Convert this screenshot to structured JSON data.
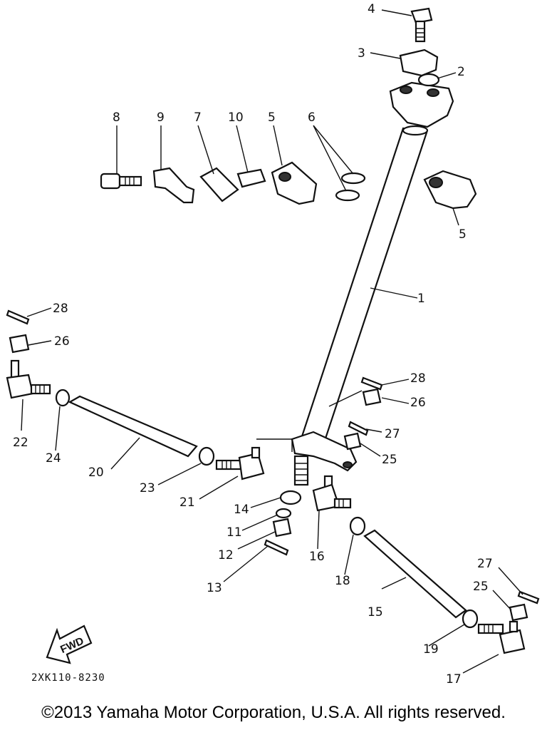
{
  "callouts": {
    "c1": "1",
    "c2": "2",
    "c3": "3",
    "c4": "4",
    "c5a": "5",
    "c5b": "5",
    "c6": "6",
    "c7": "7",
    "c8": "8",
    "c9": "9",
    "c10": "10",
    "c11": "11",
    "c12": "12",
    "c13": "13",
    "c14": "14",
    "c15": "15",
    "c16": "16",
    "c17": "17",
    "c18": "18",
    "c19": "19",
    "c20": "20",
    "c21": "21",
    "c22": "22",
    "c23": "23",
    "c24": "24",
    "c25a": "25",
    "c25b": "25",
    "c26a": "26",
    "c26b": "26",
    "c27a": "27",
    "c27b": "27",
    "c28a": "28",
    "c28b": "28"
  },
  "fwd_label": "FWD",
  "diagram_code": "2XK110-8230",
  "copyright": "©2013 Yamaha Motor Corporation, U.S.A. All rights reserved."
}
